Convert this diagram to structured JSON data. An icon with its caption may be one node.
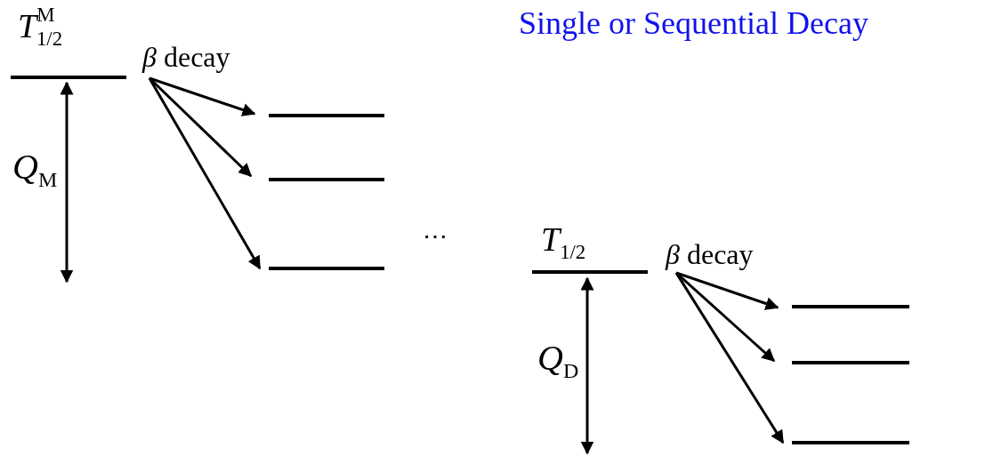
{
  "diagram": {
    "title": "Single or Sequential Decay",
    "nodes": [
      {
        "text": [
          "*T*$^{M}$$_{1/2}$"
        ]
      },
      {
        "text": [
          "*β* decay"
        ]
      },
      {
        "text": [],
        "shape": "bar"
      },
      {
        "text": [],
        "shape": "bar"
      },
      {
        "text": [],
        "shape": "bar"
      },
      {
        "text": [
          "*T*$_{1/2}$"
        ]
      },
      {
        "text": [
          "*β* decay"
        ]
      },
      {
        "text": [],
        "shape": "bar"
      },
      {
        "text": [],
        "shape": "bar"
      },
      {
        "text": [],
        "shape": "bar"
      }
    ],
    "edges": [
      {
        "from": 1,
        "to": 2,
        "arrow": "to"
      },
      {
        "from": 1,
        "to": 3,
        "arrow": "to"
      },
      {
        "from": 1,
        "to": 4,
        "arrow": "to"
      },
      {
        "from": 6,
        "to": 7,
        "arrow": "to"
      },
      {
        "from": 6,
        "to": 8,
        "arrow": "to"
      },
      {
        "from": 6,
        "to": 9,
        "arrow": "to"
      }
    ],
    "labels": [
      "*Q*$_{M}$",
      "⋯",
      "*Q*$_{D}$"
    ]
  }
}
